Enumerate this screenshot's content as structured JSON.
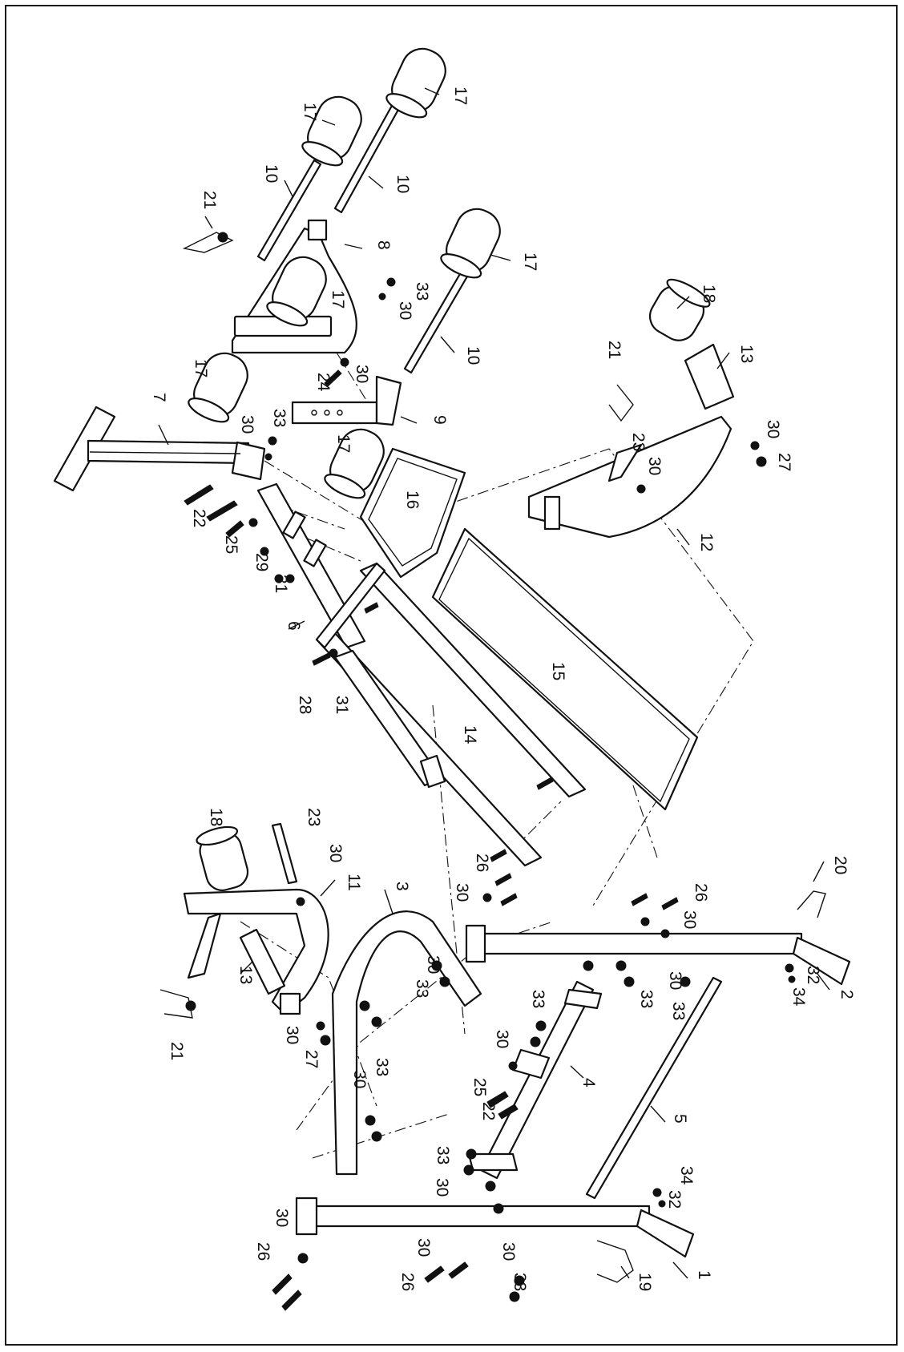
{
  "diagram": {
    "callouts": {
      "p1": "1",
      "p2": "2",
      "p3": "3",
      "p4": "4",
      "p5": "5",
      "p6": "6",
      "p7": "7",
      "p8": "8",
      "p9": "9",
      "p10": "10",
      "p11": "11",
      "p12": "12",
      "p13": "13",
      "p14": "14",
      "p15": "15",
      "p16": "16",
      "p17": "17",
      "p18": "18",
      "p19": "19",
      "p20": "20",
      "p21": "21",
      "p22": "22",
      "p23": "23",
      "p24": "24",
      "p25": "25",
      "p26": "26",
      "p27": "27",
      "p28": "28",
      "p29": "29",
      "p30": "30",
      "p31": "31",
      "p32": "32",
      "p33": "33",
      "p34": "34"
    }
  }
}
